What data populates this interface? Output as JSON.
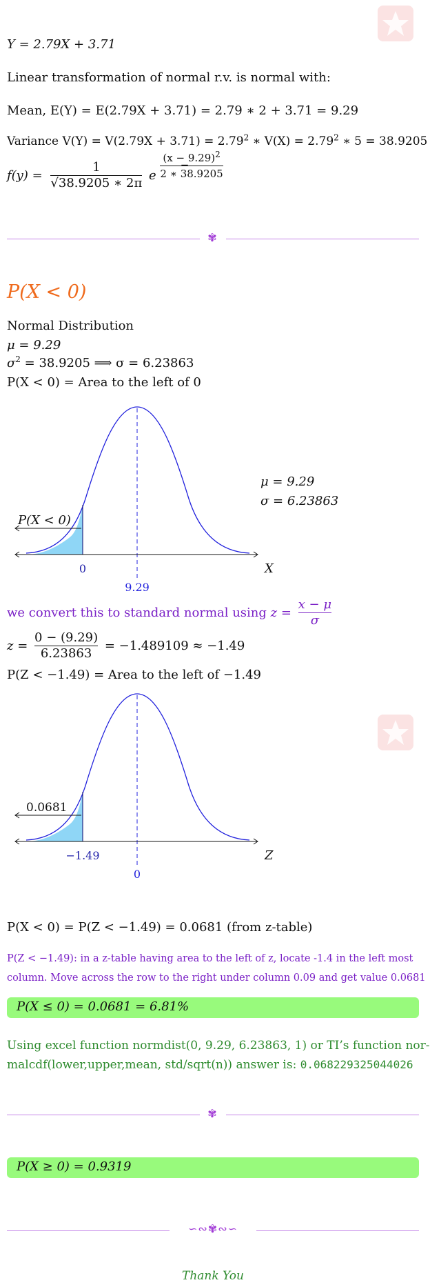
{
  "lines": {
    "y_eq": "Y = 2.79X + 3.71",
    "linear_note": "Linear transformation of normal r.v. is normal with:",
    "mean_line": "Mean, E(Y) = E(2.79X + 3.71) = 2.79 ∗ 2 + 3.71 = 9.29",
    "var_prefix": "Variance V(Y) = V(2.79X + 3.71) = 2.79",
    "var_mid": " ∗ V(X) = 2.79",
    "var_suffix": " ∗ 5 = 38.9205",
    "var_exp": "2",
    "pdf_lhs": "f(y) =",
    "pdf_num": "1",
    "pdf_den": "√38.9205 ∗ 2π",
    "pdf_e": "e",
    "pdf_exp_sign": "−",
    "pdf_exp_num": "(x − 9.29)",
    "pdf_exp_num_sq": "2",
    "pdf_exp_den": "2 ∗ 38.9205"
  },
  "section": {
    "heading": "P(X < 0)",
    "dist_name": "Normal Distribution",
    "mu_line": "μ = 9.29",
    "sigma_prefix": "σ",
    "sigma_sq": "2",
    "sigma_suffix": " = 38.9205 ⟹ σ = 6.23863",
    "area_line": "P(X < 0) = Area to the left of 0"
  },
  "chart1": {
    "area_label": "P(X < 0)",
    "x_tick": "0",
    "mean_tick": "9.29",
    "axis_label": "X",
    "mu_text": "μ = 9.29",
    "sigma_text": "σ = 6.23863"
  },
  "convert": {
    "text": "we convert this to standard normal using ",
    "z_eq": "z =",
    "num": "x − μ",
    "den": "σ"
  },
  "zcalc": {
    "lhs": "z =",
    "num": "0 − (9.29)",
    "den": "6.23863",
    "rhs": "= −1.489109 ≈ −1.49"
  },
  "area_z_line": "P(Z < −1.49) = Area to the left of −1.49",
  "chart2": {
    "area_label": "0.0681",
    "x_tick": "−1.49",
    "mean_tick": "0",
    "axis_label": "Z"
  },
  "result_line": "P(X < 0) = P(Z < −1.49) = 0.0681 (from z-table)",
  "ztable_note_1": "P(Z < −1.49): in a z-table having area to the left of z, locate -1.4 in the left most",
  "ztable_note_2": "column. Move across the row to the right under column 0.09 and get value 0.0681",
  "box1": "P(X ≤ 0) = 0.0681 = 6.81%",
  "excel_1": "Using excel function normdist(0, 9.29, 6.23863, 1) or TI’s function nor-",
  "excel_2": "malcdf(lower,upper,mean, std/sqrt(n)) answer is: ",
  "excel_value": "0.068229325044026",
  "box2": "P(X ≥ 0) = 0.9319",
  "thank_you": "Thank You",
  "colors": {
    "curve": "#2222dd",
    "shade": "#8fd6f6",
    "purple": "#7a20c6",
    "green_box": "#98fa7c",
    "orange": "#ef6a1c",
    "separator": "#c586e8"
  },
  "icons": [
    "logo-icon",
    "separator-flower-icon",
    "ornament-icon"
  ]
}
